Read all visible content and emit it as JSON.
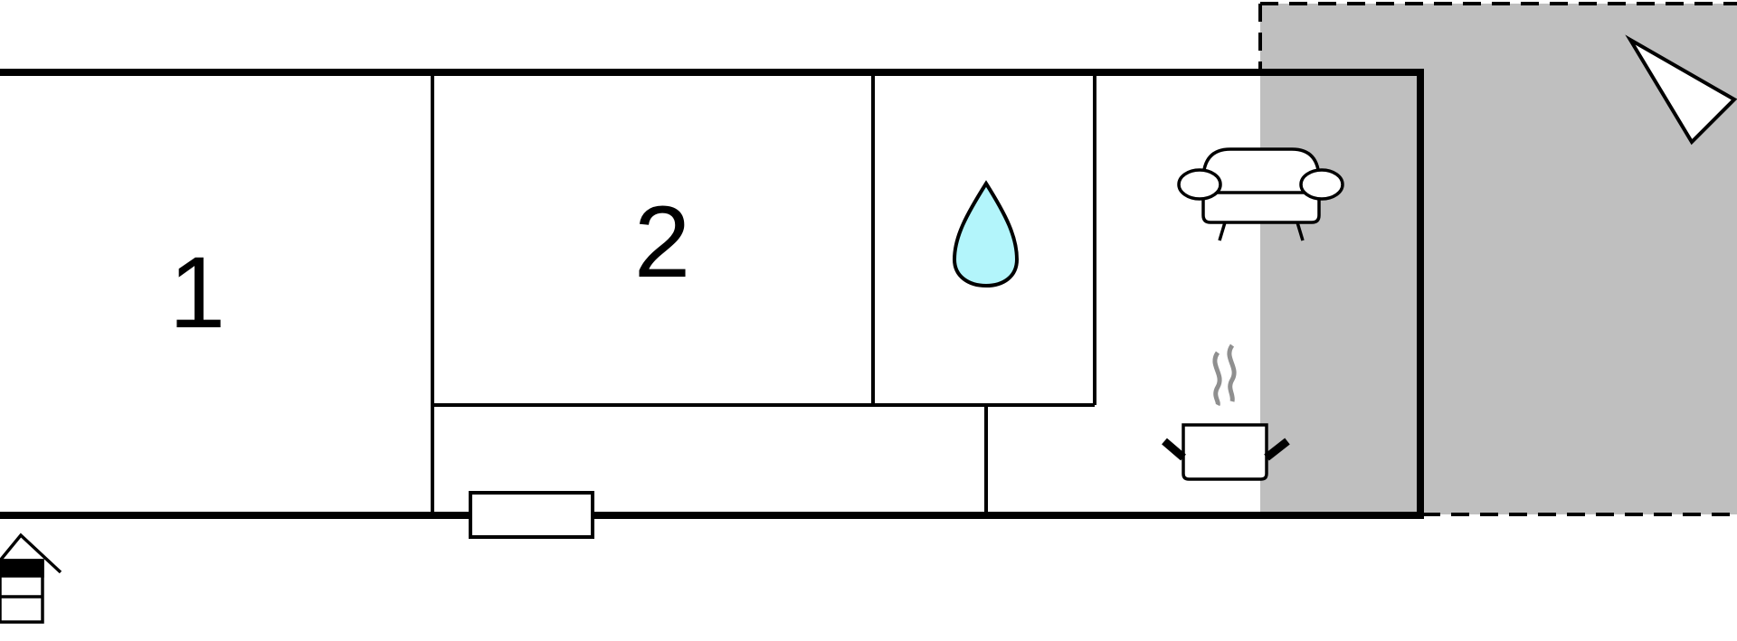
{
  "floorplan": {
    "rooms": [
      {
        "id": "bedroom-1",
        "label": "1"
      },
      {
        "id": "bedroom-2",
        "label": "2"
      }
    ],
    "icons": [
      "water-drop-icon",
      "sofa-icon",
      "cooking-pot-icon",
      "compass-arrow-icon",
      "stairs-icon",
      "window-icon"
    ],
    "colors": {
      "wall": "#000000",
      "terrace": "#bfbfbf",
      "water": "#b3f5fb",
      "steam": "#8f8f8f",
      "background": "#ffffff"
    }
  }
}
